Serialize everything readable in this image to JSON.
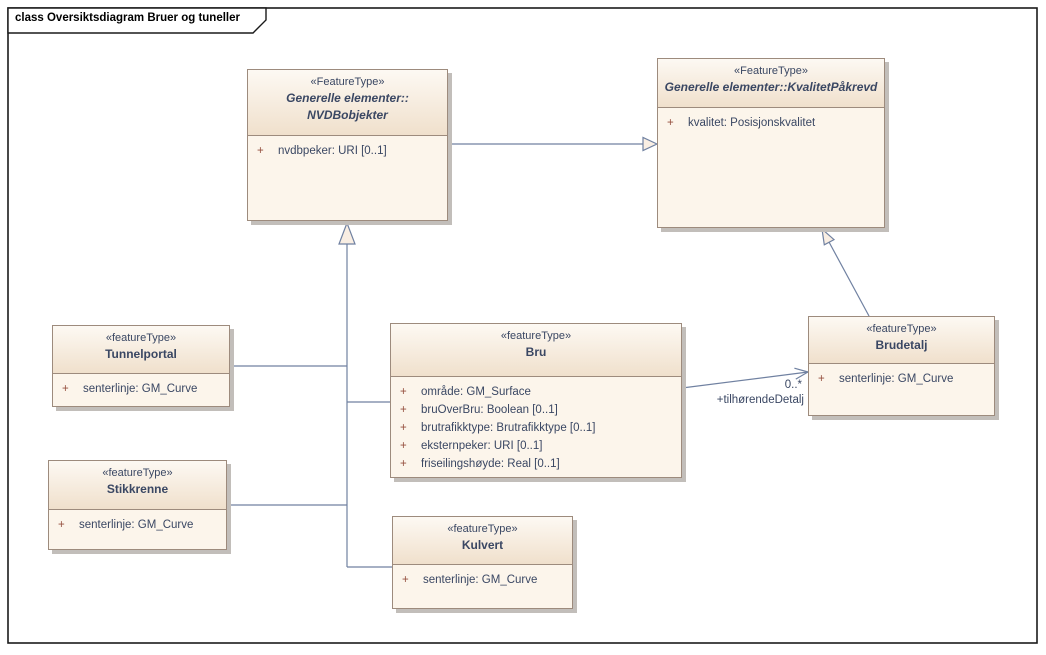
{
  "diagram": {
    "title": "class Oversiktsdiagram Bruer og tuneller"
  },
  "classes": [
    {
      "id": "nvdbobjekter",
      "stereotype": "«FeatureType»",
      "name_lines": [
        "Generelle elementer::",
        "NVDBobjekter"
      ],
      "attributes": [
        {
          "vis": "+",
          "text": "nvdbpeker: URI [0..1]"
        }
      ]
    },
    {
      "id": "kvalitetpaakrevd",
      "stereotype": "«FeatureType»",
      "name_lines": [
        "Generelle elementer::KvalitetPåkrevd"
      ],
      "attributes": [
        {
          "vis": "+",
          "text": "kvalitet: Posisjonskvalitet"
        }
      ]
    },
    {
      "id": "tunnelportal",
      "stereotype": "«featureType»",
      "name_lines": [
        "Tunnelportal"
      ],
      "attributes": [
        {
          "vis": "+",
          "text": "senterlinje: GM_Curve"
        }
      ]
    },
    {
      "id": "bru",
      "stereotype": "«featureType»",
      "name_lines": [
        "Bru"
      ],
      "attributes": [
        {
          "vis": "+",
          "text": "område: GM_Surface"
        },
        {
          "vis": "+",
          "text": "bruOverBru: Boolean [0..1]"
        },
        {
          "vis": "+",
          "text": "brutrafikktype: Brutrafikktype [0..1]"
        },
        {
          "vis": "+",
          "text": "eksternpeker: URI [0..1]"
        },
        {
          "vis": "+",
          "text": "friseilingshøyde: Real [0..1]"
        }
      ]
    },
    {
      "id": "brudetalj",
      "stereotype": "«featureType»",
      "name_lines": [
        "Brudetalj"
      ],
      "attributes": [
        {
          "vis": "+",
          "text": "senterlinje: GM_Curve"
        }
      ]
    },
    {
      "id": "stikkrenne",
      "stereotype": "«featureType»",
      "name_lines": [
        "Stikkrenne"
      ],
      "attributes": [
        {
          "vis": "+",
          "text": "senterlinje: GM_Curve"
        }
      ]
    },
    {
      "id": "kulvert",
      "stereotype": "«featureType»",
      "name_lines": [
        "Kulvert"
      ],
      "attributes": [
        {
          "vis": "+",
          "text": "senterlinje: GM_Curve"
        }
      ]
    }
  ],
  "relationships": {
    "bru_to_brudetalj": {
      "type": "directed-association",
      "multiplicity": "0..*",
      "role_label": "+tilhørendeDetalj"
    },
    "generalizations": [
      {
        "from": "NVDBobjekter",
        "to": "KvalitetPåkrevd"
      },
      {
        "from": "Brudetalj",
        "to": "KvalitetPåkrevd"
      },
      {
        "from": "Tunnelportal",
        "to": "NVDBobjekter"
      },
      {
        "from": "Bru",
        "to": "NVDBobjekter"
      },
      {
        "from": "Stikkrenne",
        "to": "NVDBobjekter"
      },
      {
        "from": "Kulvert",
        "to": "NVDBobjekter"
      }
    ]
  },
  "colors": {
    "frame_border": "#1a1a1a",
    "box_border": "#9d8b7d",
    "box_fill": "#fcf5eb",
    "header_top": "#fdf9f3",
    "header_bottom": "#f0e0cc",
    "shadow": "#c2beba",
    "connector": "#7081a1",
    "triangle_fill": "#f9eee3",
    "text": "#3a4763",
    "plus": "#95503f"
  }
}
